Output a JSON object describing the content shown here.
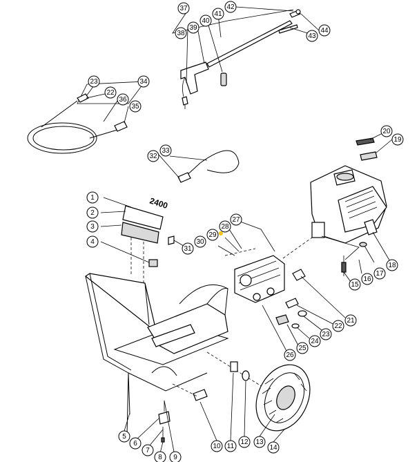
{
  "callouts": [
    {
      "id": "1",
      "label": "1"
    },
    {
      "id": "2",
      "label": "2"
    },
    {
      "id": "3",
      "label": "3"
    },
    {
      "id": "4",
      "label": "4"
    },
    {
      "id": "5",
      "label": "5"
    },
    {
      "id": "6",
      "label": "6"
    },
    {
      "id": "7",
      "label": "7"
    },
    {
      "id": "8",
      "label": "8"
    },
    {
      "id": "9",
      "label": "9"
    },
    {
      "id": "10",
      "label": "10"
    },
    {
      "id": "11",
      "label": "11"
    },
    {
      "id": "12",
      "label": "12"
    },
    {
      "id": "13",
      "label": "13"
    },
    {
      "id": "14",
      "label": "14"
    },
    {
      "id": "15",
      "label": "15"
    },
    {
      "id": "16",
      "label": "16"
    },
    {
      "id": "17",
      "label": "17"
    },
    {
      "id": "18",
      "label": "18"
    },
    {
      "id": "19",
      "label": "19"
    },
    {
      "id": "20",
      "label": "20"
    },
    {
      "id": "21",
      "label": "21"
    },
    {
      "id": "22a",
      "label": "22"
    },
    {
      "id": "22b",
      "label": "22"
    },
    {
      "id": "23a",
      "label": "23"
    },
    {
      "id": "23b",
      "label": "23"
    },
    {
      "id": "24",
      "label": "24"
    },
    {
      "id": "25",
      "label": "25"
    },
    {
      "id": "26",
      "label": "26"
    },
    {
      "id": "27",
      "label": "27"
    },
    {
      "id": "28",
      "label": "28"
    },
    {
      "id": "29",
      "label": "29"
    },
    {
      "id": "30",
      "label": "30"
    },
    {
      "id": "31",
      "label": "31"
    },
    {
      "id": "32",
      "label": "32"
    },
    {
      "id": "33",
      "label": "33"
    },
    {
      "id": "34",
      "label": "34"
    },
    {
      "id": "35",
      "label": "35"
    },
    {
      "id": "36",
      "label": "36"
    },
    {
      "id": "37",
      "label": "37"
    },
    {
      "id": "38",
      "label": "38"
    },
    {
      "id": "39",
      "label": "39"
    },
    {
      "id": "40",
      "label": "40"
    },
    {
      "id": "41",
      "label": "41"
    },
    {
      "id": "42",
      "label": "42"
    },
    {
      "id": "43",
      "label": "43"
    },
    {
      "id": "44",
      "label": "44"
    }
  ],
  "decal_text": "2400",
  "colors": {
    "line": "#000000",
    "background": "#ffffff",
    "highlight": "#f5c518"
  }
}
